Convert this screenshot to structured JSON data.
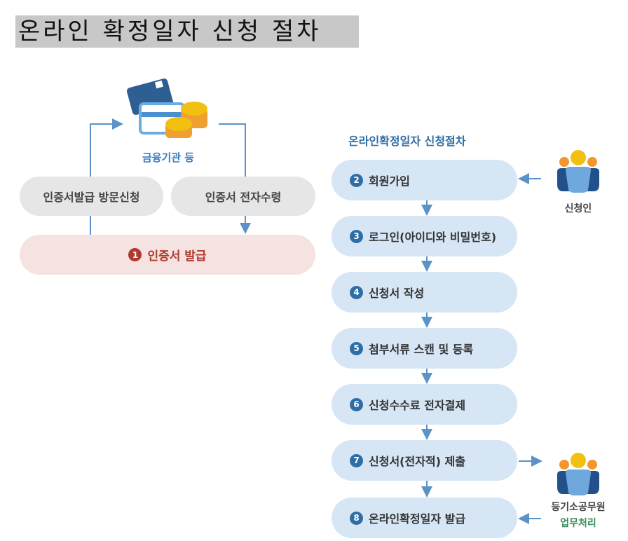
{
  "title": "온라인 확정일자 신청 절차",
  "left": {
    "institution_label": "금융기관 등",
    "visit_label": "인증서발급 방문신청",
    "electronic_label": "인증서 전자수령",
    "issue_number": "1",
    "issue_label": "인증서 발급"
  },
  "right": {
    "heading": "온라인확정일자 신청절차",
    "steps": [
      {
        "num": "2",
        "label": "회원가입"
      },
      {
        "num": "3",
        "label": "로그인(아이디와 비밀번호)"
      },
      {
        "num": "4",
        "label": "신청서 작성"
      },
      {
        "num": "5",
        "label": "첨부서류 스캔 및 등록"
      },
      {
        "num": "6",
        "label": "신청수수료 전자결제"
      },
      {
        "num": "7",
        "label": "신청서(전자적) 제출"
      },
      {
        "num": "8",
        "label": "온라인확정일자 발급"
      }
    ],
    "applicant_label": "신청인",
    "officer_label": "등기소공무원",
    "officer_sub": "업무처리"
  },
  "colors": {
    "arrow": "#5b93c7",
    "step_bg": "#d6e6f5",
    "cert_bg": "#f4e3e1",
    "cert_text": "#b03a2e",
    "green": "#3a8a5a"
  }
}
